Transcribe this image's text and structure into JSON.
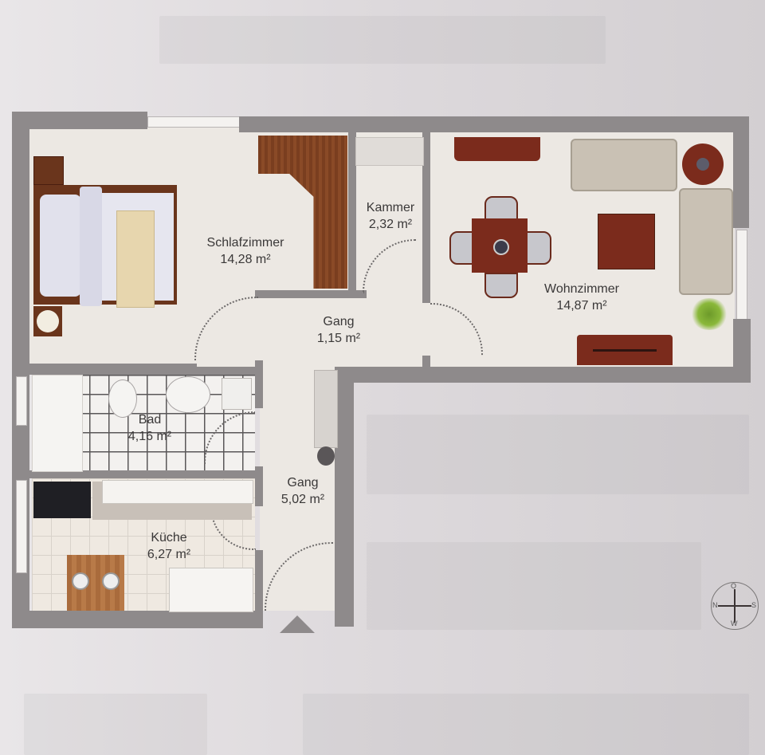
{
  "floorplan": {
    "rooms": [
      {
        "id": "schlafzimmer",
        "name": "Schlafzimmer",
        "area": "14,28 m²"
      },
      {
        "id": "kammer",
        "name": "Kammer",
        "area": "2,32 m²"
      },
      {
        "id": "gang1",
        "name": "Gang",
        "area": "1,15 m²"
      },
      {
        "id": "wohnzimmer",
        "name": "Wohnzimmer",
        "area": "14,87 m²"
      },
      {
        "id": "bad",
        "name": "Bad",
        "area": "4,16 m²"
      },
      {
        "id": "gang2",
        "name": "Gang",
        "area": "5,02 m²"
      },
      {
        "id": "kueche",
        "name": "Küche",
        "area": "6,27 m²"
      }
    ],
    "compass": {
      "north": "O",
      "east": "S",
      "south": "W",
      "west": "N"
    },
    "colors": {
      "wall": "#8e8a8b",
      "floor": "#ece8e3",
      "wood": "#7a3e1f",
      "label": "#3a3838"
    },
    "icons": [
      "bed-icon",
      "wardrobe-icon",
      "dining-table-icon",
      "sofa-icon",
      "tv-stand-icon",
      "plant-icon",
      "toilet-icon",
      "sink-icon",
      "bathtub-icon",
      "stove-icon",
      "kitchen-table-icon",
      "entrance-arrow-icon",
      "compass-icon"
    ]
  }
}
